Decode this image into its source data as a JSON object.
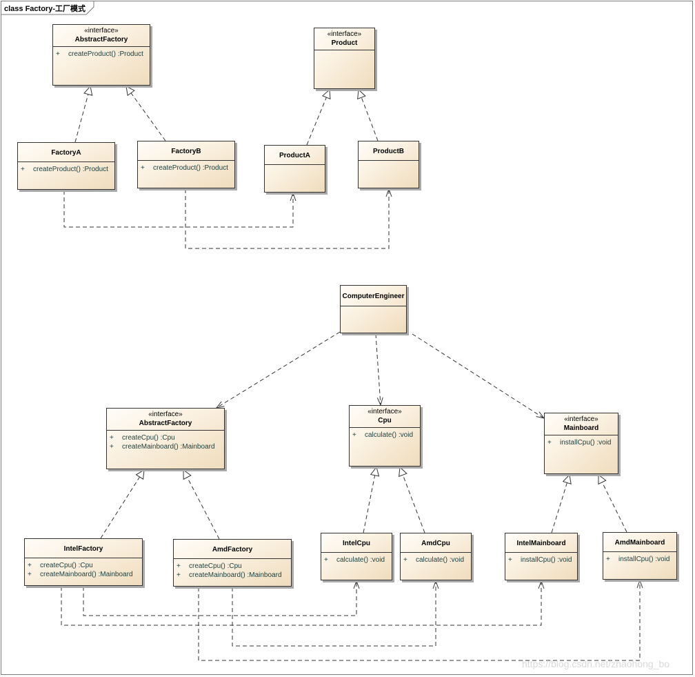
{
  "diagram": {
    "frame_title": "class Factory-工厂模式",
    "watermark": "https://blog.csdn.net/zhaohong_bo"
  },
  "classes": {
    "abstract_factory_top": {
      "stereotype": "«interface»",
      "name": "AbstractFactory",
      "ops": [
        "createProduct()  :Product"
      ]
    },
    "product": {
      "stereotype": "«interface»",
      "name": "Product",
      "ops": []
    },
    "factory_a": {
      "stereotype": "",
      "name": "FactoryA",
      "ops": [
        "createProduct()  :Product"
      ]
    },
    "factory_b": {
      "stereotype": "",
      "name": "FactoryB",
      "ops": [
        "createProduct()  :Product"
      ]
    },
    "product_a": {
      "stereotype": "",
      "name": "ProductA",
      "ops": []
    },
    "product_b": {
      "stereotype": "",
      "name": "ProductB",
      "ops": []
    },
    "computer_engineer": {
      "stereotype": "",
      "name": "ComputerEngineer",
      "ops": []
    },
    "abstract_factory_bottom": {
      "stereotype": "«interface»",
      "name": "AbstractFactory",
      "ops": [
        "createCpu()  :Cpu",
        "createMainboard()  :Mainboard"
      ]
    },
    "cpu": {
      "stereotype": "«interface»",
      "name": "Cpu",
      "ops": [
        "calculate()  :void"
      ]
    },
    "mainboard": {
      "stereotype": "«interface»",
      "name": "Mainboard",
      "ops": [
        "installCpu()  :void"
      ]
    },
    "intel_factory": {
      "stereotype": "",
      "name": "IntelFactory",
      "ops": [
        "createCpu()  :Cpu",
        "createMainboard()  :Mainboard"
      ]
    },
    "amd_factory": {
      "stereotype": "",
      "name": "AmdFactory",
      "ops": [
        "createCpu()  :Cpu",
        "createMainboard()  :Mainboard"
      ]
    },
    "intel_cpu": {
      "stereotype": "",
      "name": "IntelCpu",
      "ops": [
        "calculate()  :void"
      ]
    },
    "amd_cpu": {
      "stereotype": "",
      "name": "AmdCpu",
      "ops": [
        "calculate()  :void"
      ]
    },
    "intel_mainboard": {
      "stereotype": "",
      "name": "IntelMainboard",
      "ops": [
        "installCpu()  :void"
      ]
    },
    "amd_mainboard": {
      "stereotype": "",
      "name": "AmdMainboard",
      "ops": [
        "installCpu()  :void"
      ]
    }
  },
  "visibility_marker": "+"
}
